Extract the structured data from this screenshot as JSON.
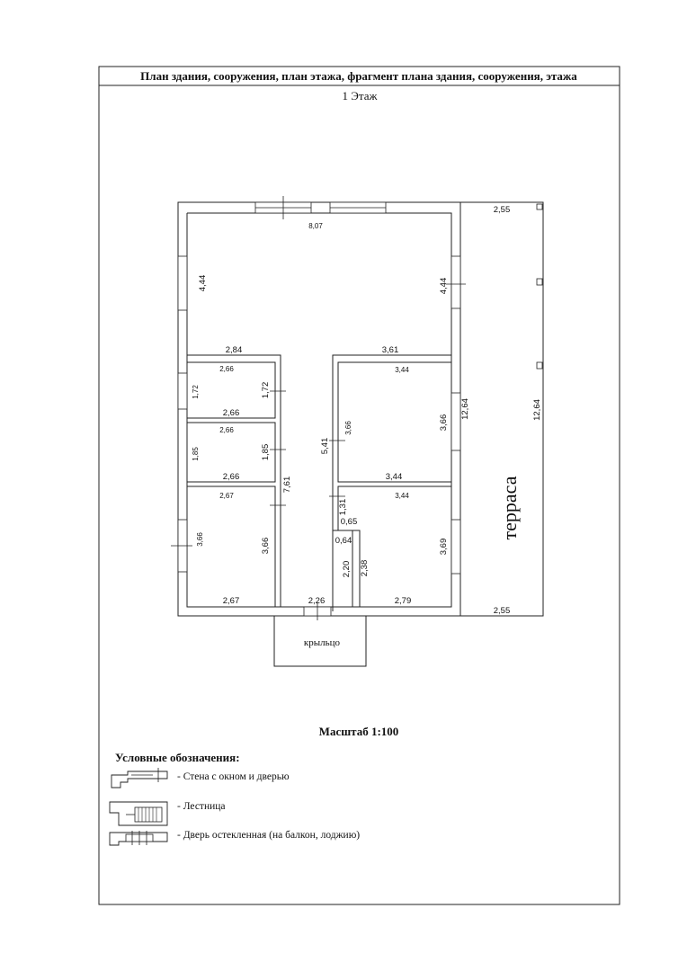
{
  "header": {
    "title": "План здания, сооружения, план этажа, фрагмент плана здания, сооружения, этажа",
    "floor": "1 Этаж"
  },
  "plan": {
    "terrace_label": "терраса",
    "porch_label": "крыльцо",
    "dims": {
      "top_width": "8,07",
      "hall_left_h": "4,44",
      "hall_right_h": "4,44",
      "hall_bottom_left": "2,84",
      "hall_bottom_right": "3,61",
      "r1_top": "2,66",
      "r1_left": "1,72",
      "r1_right": "1,72",
      "r1_bottom": "2,66",
      "r2_top": "2,66",
      "r2_left": "1,85",
      "r2_right": "1,85",
      "r2_bottom": "2,66",
      "r3_top": "2,67",
      "r3_left": "3,66",
      "r3_right": "3,66",
      "r3_bottom": "2,67",
      "corr_left": "7,61",
      "corr_right_upper": "5,41",
      "corr_step_h": "1,31",
      "corr_step_w1": "0,65",
      "corr_step_w2": "0,64",
      "corr_bottom_h1": "2,20",
      "corr_bottom_h2": "2,38",
      "corr_bottom_w": "2,26",
      "r4_top": "3,44",
      "r4_left": "3,66",
      "r4_right": "3,66",
      "r4_bottom": "3,44",
      "r5_top": "3,44",
      "r5_right": "3,69",
      "r5_bottom": "2,79",
      "house_right_h": "12,64",
      "terrace_top": "2,55",
      "terrace_h": "12,64",
      "terrace_bottom": "2,55"
    }
  },
  "scale": "Масштаб 1:100",
  "legend": {
    "heading": "Условные обозначения:",
    "items": [
      {
        "icon": "wall-window-door-symbol",
        "text": "- Стена с окном и дверью"
      },
      {
        "icon": "stairs-symbol",
        "text": "- Лестница"
      },
      {
        "icon": "glazed-door-symbol",
        "text": "- Дверь остекленная (на балкон, лоджию)"
      }
    ]
  }
}
